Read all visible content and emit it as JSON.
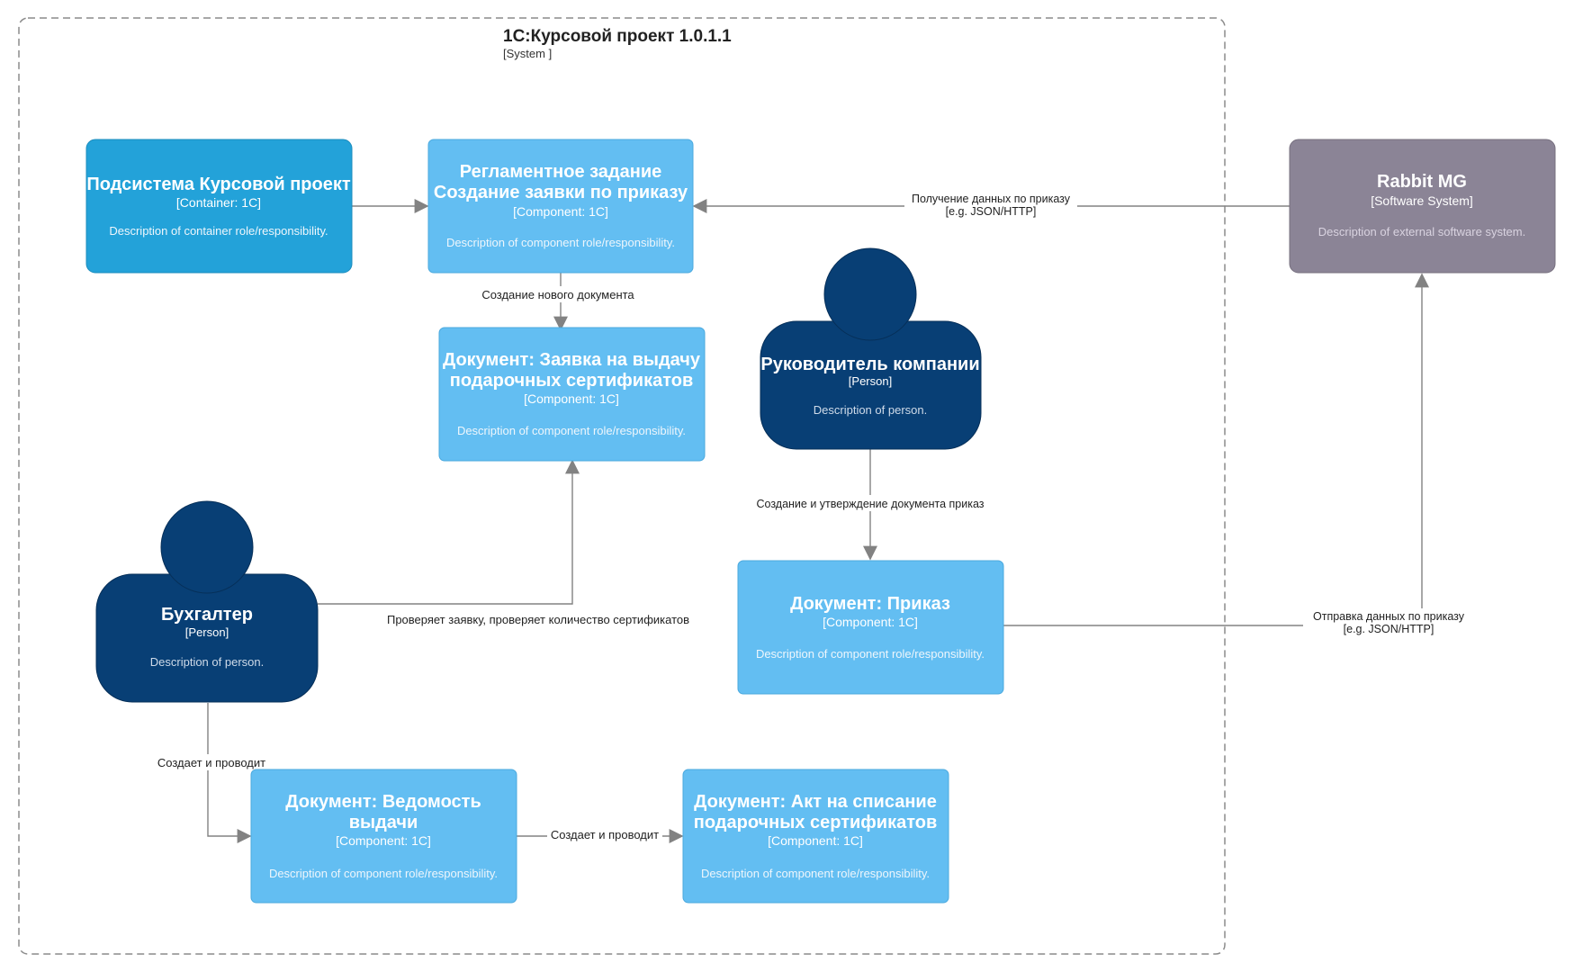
{
  "boundary": {
    "title": "1С:Курсовой проект 1.0.1.1",
    "label": "[System ]"
  },
  "colors": {
    "container": "#23a2d9",
    "component": "#63bef2",
    "person": "#083f75",
    "external": "#8b8496",
    "arrow": "#828282"
  },
  "nodes": {
    "subsystem": {
      "title": "Подсистема Курсовой проект",
      "tech": "[Container: 1C]",
      "desc": "Description of container role/responsibility."
    },
    "reglament": {
      "title1": "Регламентное задание",
      "title2": "Создание заявки по приказу",
      "tech": "[Component: 1С]",
      "desc": "Description of component role/responsibility."
    },
    "zayavka": {
      "title1": "Документ: Заявка на выдачу",
      "title2": "подарочных сертификатов",
      "tech": "[Component: 1С]",
      "desc": "Description of component role/responsibility."
    },
    "rabbit": {
      "title": "Rabbit MG",
      "tech": "[Software System]",
      "desc": "Description of external software system."
    },
    "rukovoditel": {
      "title": "Руководитель компании",
      "tech": "[Person]",
      "desc": "Description of person."
    },
    "prikaz": {
      "title": "Документ: Приказ",
      "tech": "[Component: 1C]",
      "desc": "Description of component role/responsibility."
    },
    "buhgalter": {
      "title": "Бухгалтер",
      "tech": "[Person]",
      "desc": "Description of person."
    },
    "vedomost": {
      "title1": "Документ: Ведомость",
      "title2": "выдачи",
      "tech": "[Component: 1C]",
      "desc": "Description of component role/responsibility."
    },
    "akt": {
      "title1": "Документ: Акт на списание",
      "title2": "подарочных сертификатов",
      "tech": "[Component: 1C]",
      "desc": "Description of component role/responsibility."
    }
  },
  "relations": {
    "rabbit_to_reglament": {
      "label": "Получение данных по приказу",
      "tech": "[e.g. JSON/HTTP]"
    },
    "reglament_to_zayavka": {
      "label": "Создание нового документа"
    },
    "rukovoditel_to_prikaz": {
      "label": "Создание и утверждение документа приказ"
    },
    "prikaz_to_rabbit": {
      "label": "Отправка данных по приказу",
      "tech": "[e.g. JSON/HTTP]"
    },
    "buhgalter_to_zayavka": {
      "label": "Проверяет заявку, проверяет количество сертификатов"
    },
    "buhgalter_to_vedomost": {
      "label": "Создает и проводит"
    },
    "vedomost_to_akt": {
      "label": "Создает и проводит"
    }
  }
}
